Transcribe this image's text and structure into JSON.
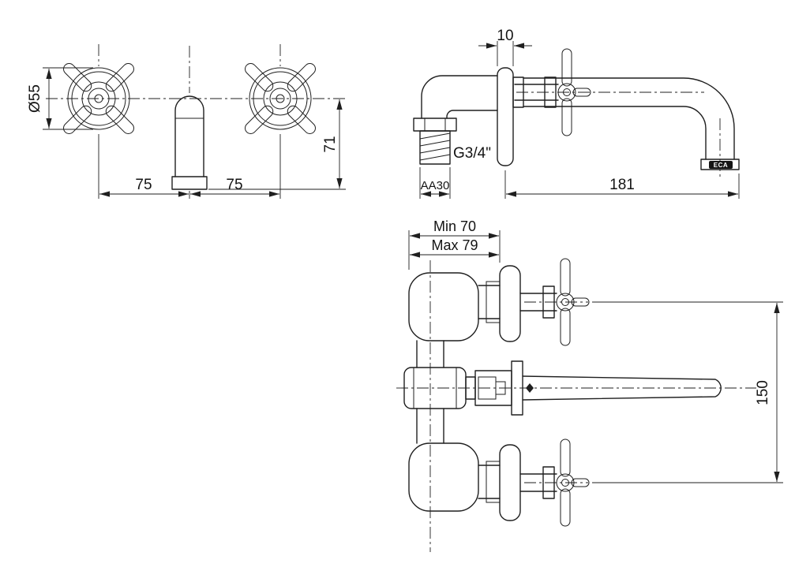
{
  "drawing": {
    "type": "technical-drawing",
    "subject": "Wall-mounted three-hole basin mixer with cross handles",
    "front_view": {
      "handle_diameter": "Ø55",
      "handle_spacing_left": "75",
      "handle_spacing_right": "75",
      "spout_drop": "71"
    },
    "side_view": {
      "wall_plate_thickness": "10",
      "thread_size": "G3/4\"",
      "tail_length": "AA30",
      "spout_reach": "181",
      "brand": "ECA"
    },
    "installation_view": {
      "depth_min": "Min 70",
      "depth_max": "Max 79",
      "handle_center_distance": "150"
    }
  }
}
